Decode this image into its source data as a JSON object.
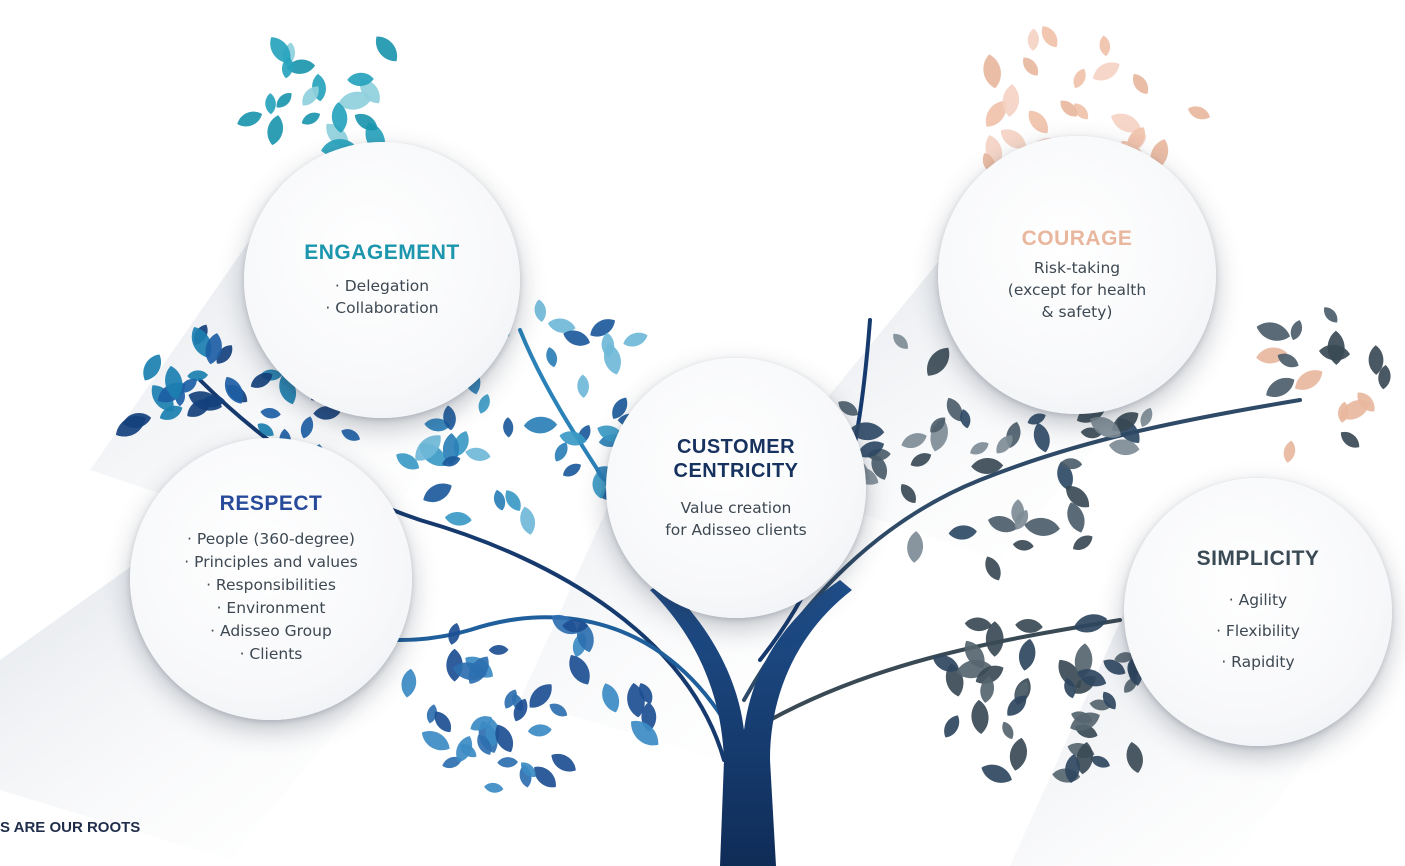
{
  "values": {
    "engagement": {
      "title": "ENGAGEMENT",
      "items": [
        "· Delegation",
        "· Collaboration"
      ]
    },
    "courage": {
      "title": "COURAGE",
      "items": [
        "Risk-taking",
        "(except for health",
        "& safety)"
      ]
    },
    "respect": {
      "title": "RESPECT",
      "items": [
        "· People (360-degree)",
        "· Principles and values",
        "· Responsibilities",
        "· Environment",
        "· Adisseo Group",
        "· Clients"
      ]
    },
    "customer_centricity": {
      "title_line1": "CUSTOMER",
      "title_line2": "CENTRICITY",
      "items": [
        "Value creation",
        "for Adisseo clients"
      ]
    },
    "simplicity": {
      "title": "SIMPLICITY",
      "items": [
        "· Agility",
        "· Flexibility",
        "· Rapidity"
      ]
    }
  },
  "footer": {
    "caption": "S ARE OUR ROOTS"
  },
  "colors": {
    "engagement": "#1b96ad",
    "courage": "#e8b79e",
    "respect": "#284a9a",
    "customer_centricity": "#17325f",
    "simplicity": "#3a4a55",
    "trunk": "#163a6e"
  }
}
